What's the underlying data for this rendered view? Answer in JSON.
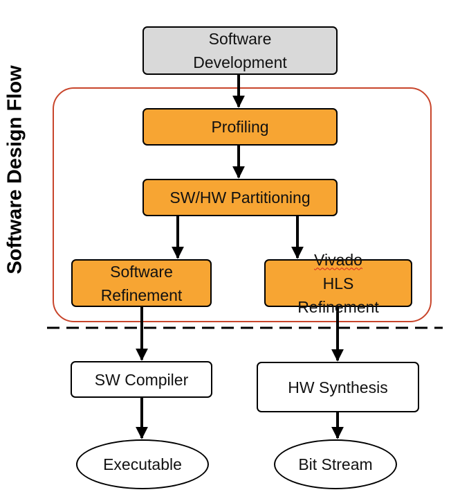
{
  "side_title": "Software Design Flow",
  "nodes": {
    "software_development": [
      "Software",
      "Development"
    ],
    "profiling": "Profiling",
    "partitioning": "SW/HW Partitioning",
    "software_refinement": [
      "Software",
      "Refinement"
    ],
    "hls_refinement": {
      "word1": "Vivado",
      "word2": " HLS",
      "line2": "Refinement"
    },
    "sw_compiler": "SW Compiler",
    "hw_synthesis": "HW Synthesis",
    "executable": "Executable",
    "bit_stream": "Bit Stream"
  },
  "colors": {
    "gray_fill": "#d9d9d9",
    "orange_fill": "#f7a533",
    "group_border": "#c8452b",
    "line": "#000000"
  }
}
